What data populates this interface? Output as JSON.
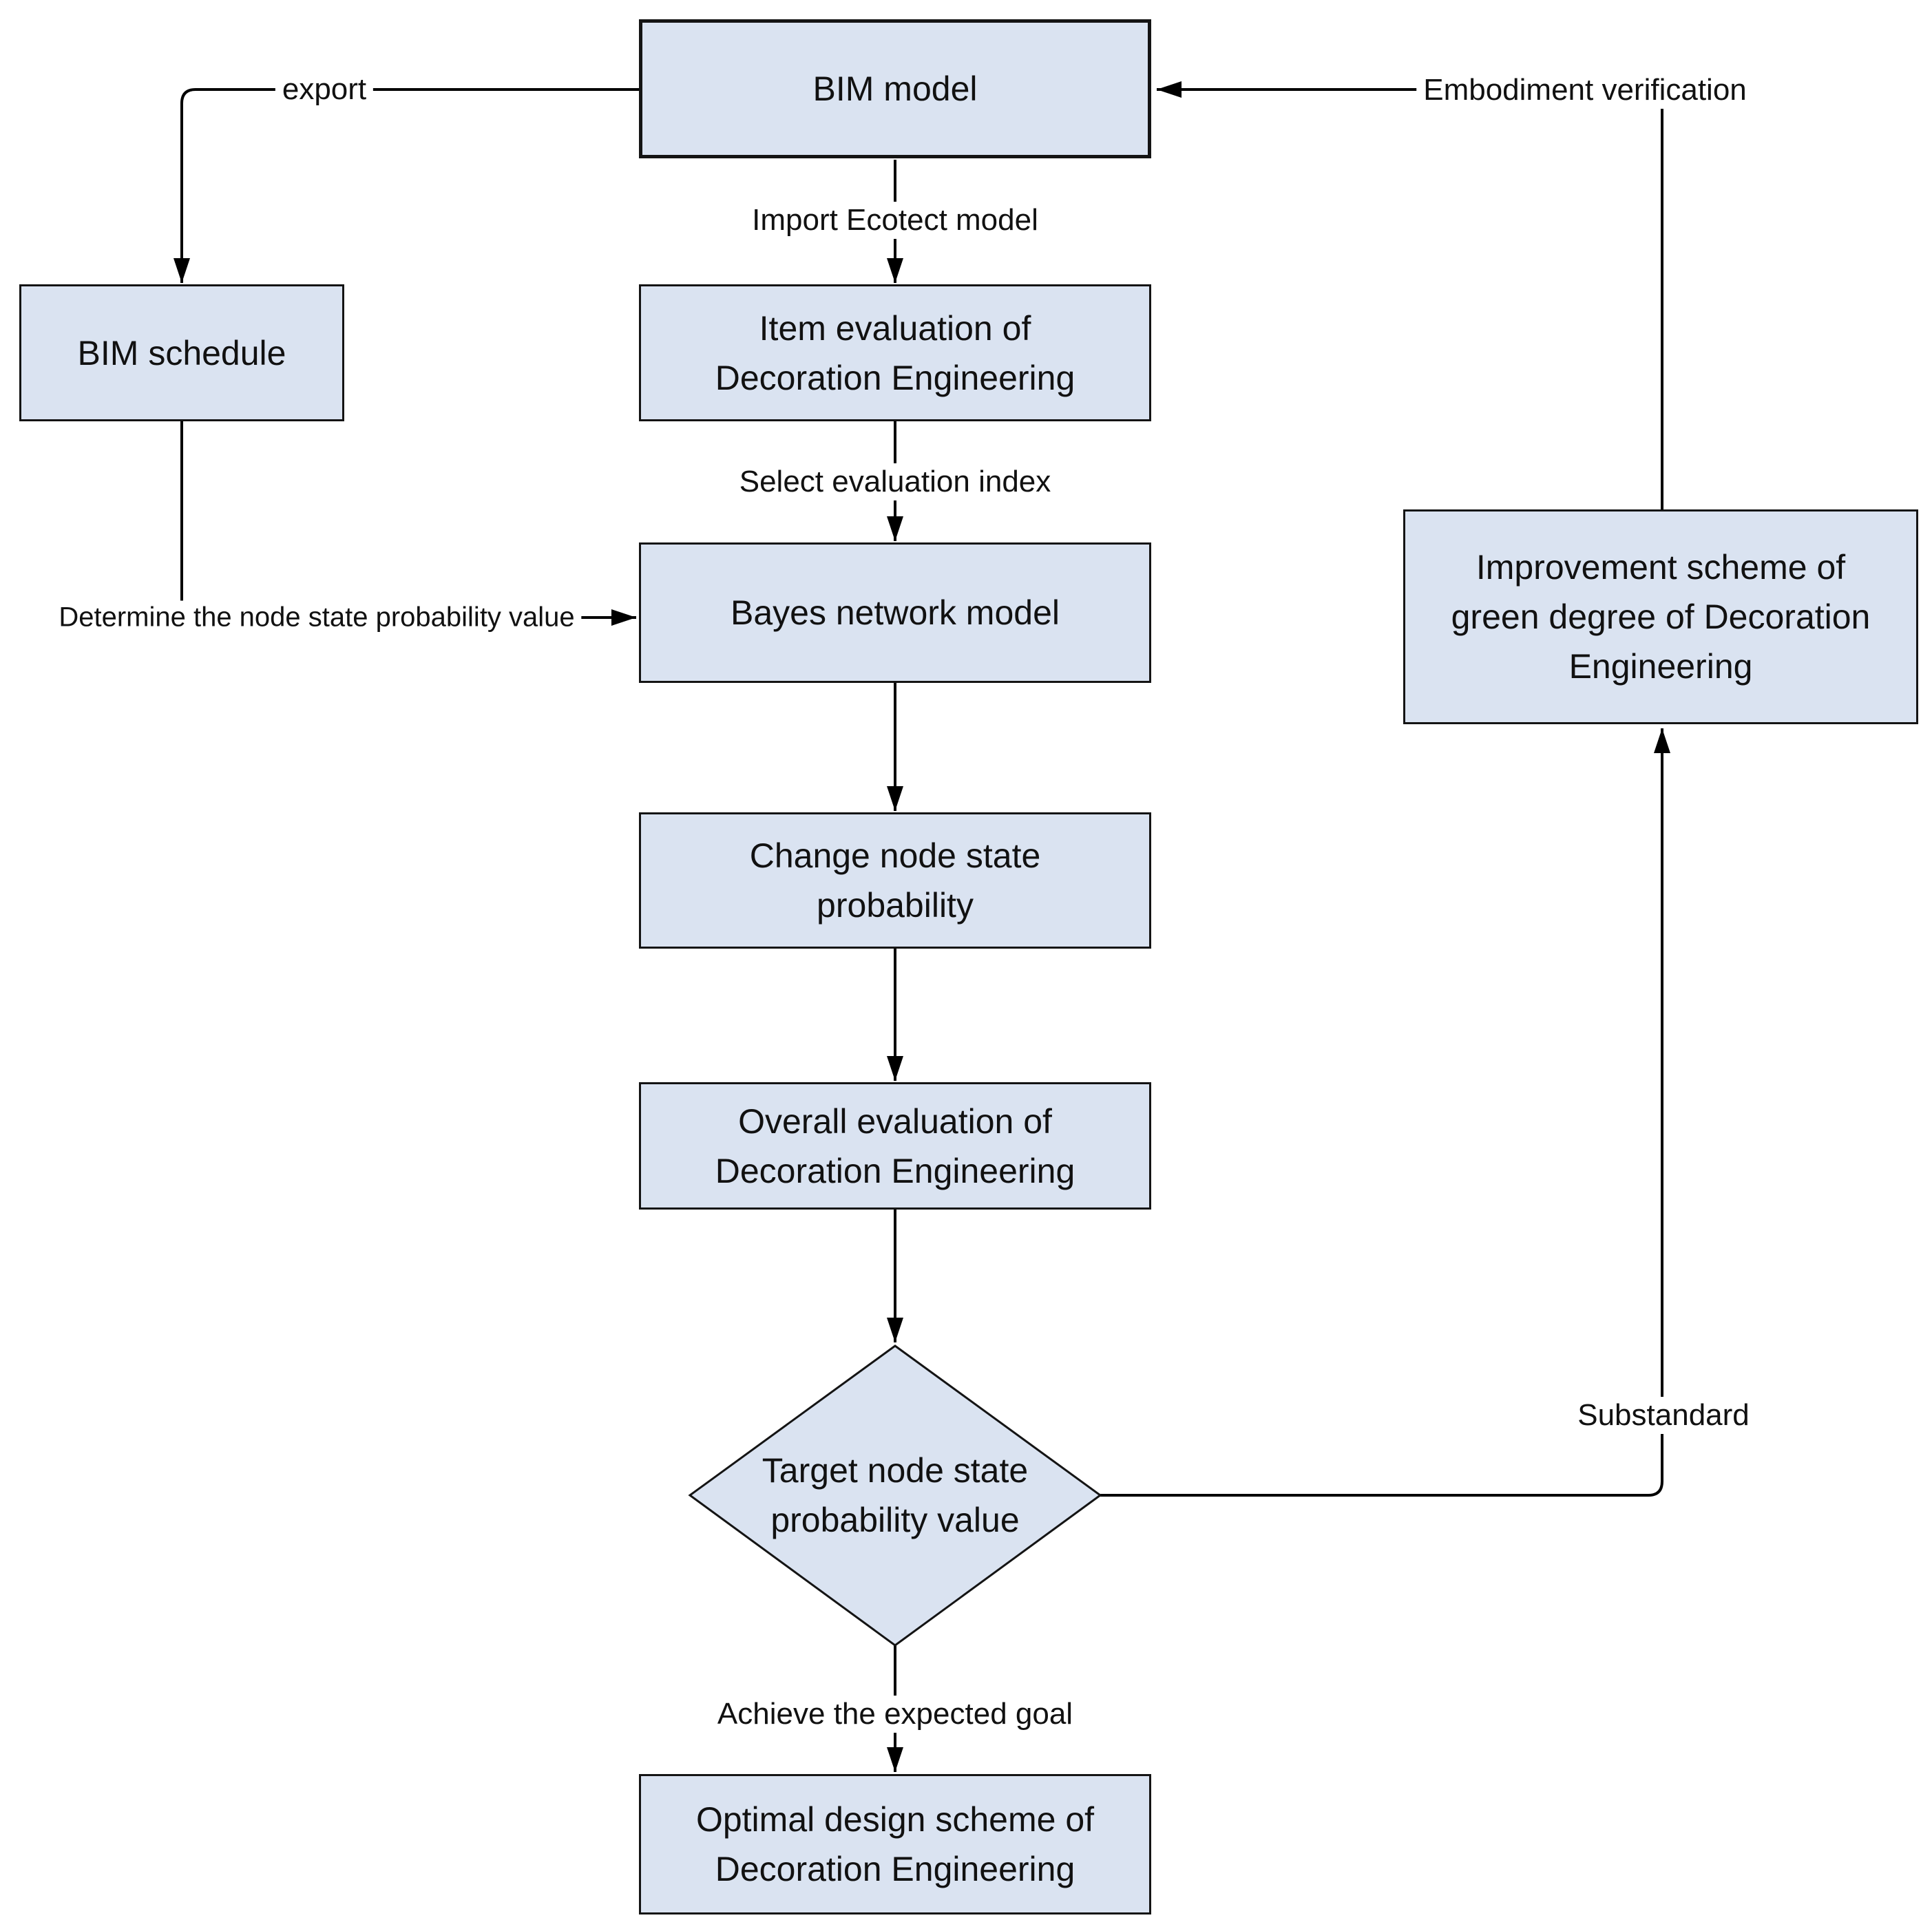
{
  "nodes": {
    "bim_model": {
      "label": "BIM model"
    },
    "bim_schedule": {
      "label": "BIM schedule"
    },
    "item_evaluation": {
      "label": "Item evaluation of\nDecoration Engineering"
    },
    "bayes_network": {
      "label": "Bayes network model"
    },
    "change_node": {
      "label": "Change node state\nprobability"
    },
    "overall_evaluation": {
      "label": "Overall evaluation of\nDecoration Engineering"
    },
    "target_decision": {
      "label": "Target node state\nprobability value"
    },
    "optimal_design": {
      "label": "Optimal design scheme of\nDecoration Engineering"
    },
    "improvement_scheme": {
      "label": "Improvement scheme of\ngreen degree of Decoration\nEngineering"
    }
  },
  "edge_labels": {
    "export": "export",
    "import_ecotect": "Import Ecotect model",
    "select_index": "Select evaluation index",
    "determine_probability": "Determine the node state probability value",
    "achieve_goal": "Achieve the expected goal",
    "substandard": "Substandard",
    "embodiment": "Embodiment verification"
  },
  "colors": {
    "node_fill": "#dae3f1",
    "node_border": "#141414",
    "line": "#000000",
    "background": "#ffffff"
  }
}
